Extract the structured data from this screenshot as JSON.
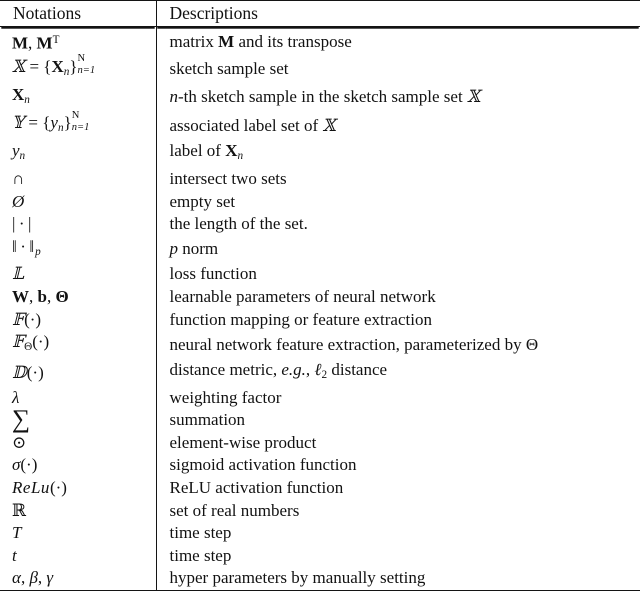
{
  "document": {
    "type": "notation-table",
    "title": "Notations and Descriptions",
    "background_color": "#ffffff",
    "text_color": "#121212",
    "rule_color": "#141414"
  },
  "table": {
    "columns": [
      {
        "key": "notation",
        "header": "Notations"
      },
      {
        "key": "description",
        "header": "Descriptions"
      }
    ],
    "row_count": 21,
    "rows": [
      {
        "notation_plain": "M, M^T",
        "description": "matrix M and its transpose"
      },
      {
        "notation_plain": "X = {X_n}_{n=1}^{N}",
        "description": "sketch sample set"
      },
      {
        "notation_plain": "X_n",
        "description": "n-th sketch sample in the sketch sample set X"
      },
      {
        "notation_plain": "Y = {y_n}_{n=1}^{N}",
        "description": "associated label set of X"
      },
      {
        "notation_plain": "y_n",
        "description": "label of X_n"
      },
      {
        "notation_plain": "∩",
        "description": "intersect two sets"
      },
      {
        "notation_plain": "Ø",
        "description": "empty set"
      },
      {
        "notation_plain": "| · |",
        "description": "the length of the set."
      },
      {
        "notation_plain": "‖ · ‖_p",
        "description": "p norm"
      },
      {
        "notation_plain": "L",
        "description": "loss function"
      },
      {
        "notation_plain": "W, b, Θ",
        "description": "learnable parameters of neural network"
      },
      {
        "notation_plain": "F(·)",
        "description": "function mapping or feature extraction"
      },
      {
        "notation_plain": "F_Θ(·)",
        "description": "neural network feature extraction, parameterized by Θ"
      },
      {
        "notation_plain": "D(·)",
        "description": "distance metric, e.g., ℓ2 distance"
      },
      {
        "notation_plain": "λ",
        "description": "weighting factor"
      },
      {
        "notation_plain": "∑",
        "description": "summation"
      },
      {
        "notation_plain": "⊙",
        "description": "element-wise product"
      },
      {
        "notation_plain": "σ(·)",
        "description": "sigmoid activation function"
      },
      {
        "notation_plain": "ReLu(·)",
        "description": "ReLU activation function"
      },
      {
        "notation_plain": "ℝ",
        "description": "set of real numbers"
      },
      {
        "notation_plain": "T",
        "description": "time step"
      },
      {
        "notation_plain": "t",
        "description": "time step"
      },
      {
        "notation_plain": "α, β, γ",
        "description": "hyper parameters by manually setting"
      }
    ],
    "description_parts": {
      "row_14": {
        "before": "distance metric, ",
        "italic": "e.g.",
        "after_italic": ", ",
        "math": "ℓ2",
        "tail": " distance"
      }
    }
  }
}
